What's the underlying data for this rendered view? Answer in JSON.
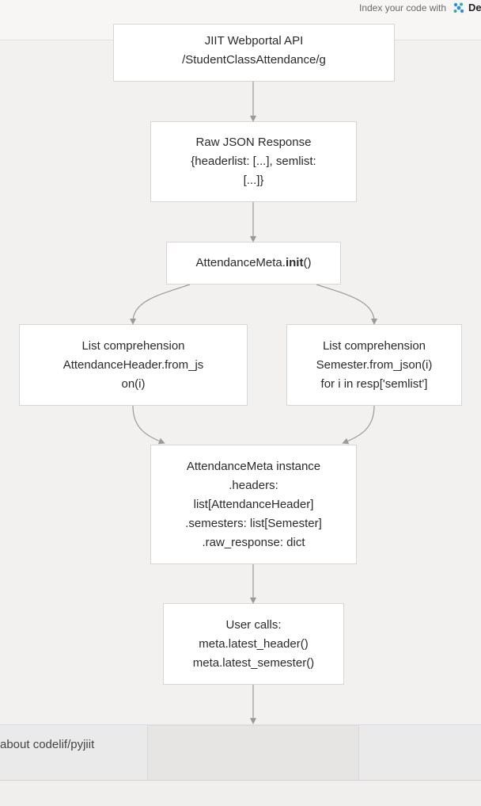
{
  "header": {
    "index_text": "Index your code with",
    "brand": "De",
    "logo_icon": "deepwiki-logo-icon",
    "logo_color": "#2f8fd6"
  },
  "nodes": {
    "api": {
      "lines": [
        "JIIT Webportal API",
        "/StudentClassAttendance/g"
      ]
    },
    "raw": {
      "lines": [
        "Raw JSON Response",
        "{headerlist: [...], semlist:",
        "[...]}"
      ]
    },
    "meta_init": {
      "prefix": "AttendanceMeta.",
      "bold": "init",
      "suffix": "()"
    },
    "list_headers": {
      "lines": [
        "List comprehension",
        "AttendanceHeader.from_js",
        "on(i)"
      ]
    },
    "list_semesters": {
      "lines": [
        "List comprehension",
        "Semester.from_json(i)",
        "for i in resp['semlist']"
      ]
    },
    "instance": {
      "lines": [
        "AttendanceMeta instance",
        ".headers:",
        "list[AttendanceHeader]",
        ".semesters: list[Semester]",
        ".raw_response: dict"
      ]
    },
    "user_calls": {
      "lines": [
        "User calls:",
        "meta.latest_header()",
        "meta.latest_semester()"
      ]
    }
  },
  "bottom": {
    "about": "about codelif/pyjiit"
  }
}
